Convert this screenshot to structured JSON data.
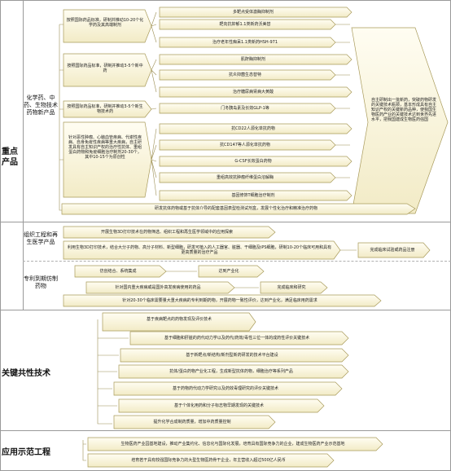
{
  "sections": {
    "key_products": "重点产品",
    "key_tech": "关键共性技术",
    "demo": "应用示范工程"
  },
  "sub_categories": {
    "chem_bio": "化学药、中药、生物技术药物新产品",
    "regen": "组织工程和再生医学产品",
    "generic": "专利到期仿制药物"
  },
  "nodes": {
    "n_chem1": "按照国际药品标准，研制并推动10-20个化学药及其高端制剂",
    "n_chem2": "按照国际药品标准，研制并推动3-5个新中药",
    "n_chem3": "按照国际药品标准，研制并推动3-5个新生物技术药",
    "n_chem4": "针对恶性肿瘤、心脑血管疾病、代谢性疾病、自身免疫性疾病等重大疾病，自主研发具有自主知识产权的治疗性抗体、重组蛋白药物和免疫细胞治疗制剂20-30个，其中10-15个为原创性",
    "p1": "多靶点受体激酶抑制剂",
    "p2": "靶向抗抑郁1.1类新药沃美替",
    "p3": "治疗老年性痴呆1.1类新药HSH-971",
    "p4": "肌酐酶抑制剂",
    "p5": "抗炎抑菌生态替特",
    "p6": "治疗糖尿病肾病大黄酸",
    "p7": "门冬胰岛素及长效GLP-1等",
    "p8": "抗CD22人源化单抗药物",
    "p9": "抗CD147等人源化单抗药物",
    "p10": "G-CSF长效蛋白药物",
    "p11": "重组高效抗肿瘤纤维蛋白溶解酶",
    "p12": "基因修饰T细胞治疗制剂",
    "bar_chem": "研发抗体药物或基于抗体介导的配套基因表型检测试剂盒，发展个性化治疗和精准治疗药物",
    "regen1": "开展生物3D打印技术在药物筛选、组织工程和再生医学领域中的应用探索",
    "regen2": "利用生物3D打印技术，结合大分子药物、高分子材料、新型细胞，研发可植入的人工器官、脏器、干细胞及iPS细胞，研制10-20个临床可用和具有更高质量的治疗产品",
    "regen_out": "完成临床试验或药品注册",
    "gen1": "仿创结合、系统集成",
    "gen2": "达到产业化",
    "gen3": "针对国内重大疾病或是国外高发疾病使用的药品",
    "gen4": "完成临床和研究",
    "gen5": "针对20-30个临床需要量大重大疾病的专利到期药物，开展药物一致性评价，达到产业化，满足临床用药需求",
    "t1": "基于疾病靶点的药物发现及评价技术",
    "t2": "基于细胞和肝脏的药代动力学以及药代/药效/毒性三位一体的成药性评价关键技术",
    "t3": "基于新靶点/新结构/新剂型新药研发的技术平台建设",
    "t4": "抗体/蛋白药物产业化工程，生成新型抗体药物，细胞治疗等系列产品",
    "t5": "基于药物药代动力学研究以及药效毒理研究的评价关键技术",
    "t6": "基于个体化用药和分子标志物早期发现的关键技术",
    "t7": "提升化学合成制药质量，增加中药质量控制",
    "d1": "生物医药产业园基地建设，推动产业集约化、信息化与国际化发展，培育具有国际竞争力的企业，建成生物医药产业示范基地",
    "d2": "培育若干具有较强国际竞争力的大型生物医药骨干企业，年主营收入超过500亿人民币",
    "goal": "自主研制出一批新药，突破药物研发的关键技术瓶颈，基本形成具有自主知识产权的关键新药品种，使我国生物医药产业的关键技术达到世界先进水平，把我国建成生物医药强国"
  }
}
